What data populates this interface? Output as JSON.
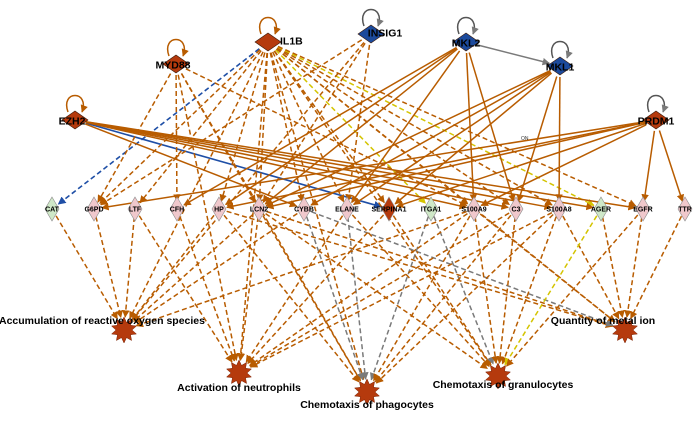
{
  "colors": {
    "activation": "#b85c00",
    "inhibition": "#1f4fa6",
    "inconsistent": "#d4c400",
    "unpredicted": "#7a7a7a",
    "increased": "#b53a0d",
    "decreased": "#1c4a9c",
    "measured_up": "#f0c8cc",
    "measured_down": "#cfe8c8",
    "self_loop_up": "#b85c00",
    "self_loop_neutral": "#555555"
  },
  "regulators": [
    {
      "id": "IL1B",
      "label": "IL1B",
      "state": "increased"
    },
    {
      "id": "INSIG1",
      "label": "INSIG1",
      "state": "decreased"
    },
    {
      "id": "MKL2",
      "label": "MKL2",
      "state": "decreased"
    },
    {
      "id": "MKL1",
      "label": "MKL1",
      "state": "decreased"
    },
    {
      "id": "MYD88",
      "label": "MYD88",
      "state": "increased"
    },
    {
      "id": "EZH2",
      "label": "EZH2",
      "state": "increased"
    },
    {
      "id": "PRDM1",
      "label": "PRDM1",
      "state": "increased"
    }
  ],
  "targets": [
    {
      "id": "CAT",
      "label": "CAT",
      "state": "measured_down"
    },
    {
      "id": "G6PD",
      "label": "G6PD",
      "state": "measured_up"
    },
    {
      "id": "LTF",
      "label": "LTF",
      "state": "measured_up"
    },
    {
      "id": "CFH",
      "label": "CFH",
      "state": "measured_up"
    },
    {
      "id": "HP",
      "label": "HP",
      "state": "measured_up"
    },
    {
      "id": "LCN2",
      "label": "LCN2",
      "state": "measured_up"
    },
    {
      "id": "CYBB",
      "label": "CYBB",
      "state": "measured_up"
    },
    {
      "id": "ELANE",
      "label": "ELANE",
      "state": "measured_up"
    },
    {
      "id": "SERPINA1",
      "label": "SERPINA1",
      "state": "increased"
    },
    {
      "id": "ITGA1",
      "label": "ITGA1",
      "state": "measured_down"
    },
    {
      "id": "S100A9",
      "label": "S100A9",
      "state": "measured_up"
    },
    {
      "id": "C3",
      "label": "C3",
      "state": "measured_up"
    },
    {
      "id": "S100A8",
      "label": "S100A8",
      "state": "measured_up"
    },
    {
      "id": "AGER",
      "label": "AGER",
      "state": "measured_down"
    },
    {
      "id": "EGFR",
      "label": "EGFR",
      "state": "measured_up"
    },
    {
      "id": "TTR",
      "label": "TTR",
      "state": "measured_up"
    }
  ],
  "functions": [
    {
      "id": "ROS",
      "label": "Accumulation of reactive oxygen species"
    },
    {
      "id": "NEUT",
      "label": "Activation of neutrophils"
    },
    {
      "id": "PHAG",
      "label": "Chemotaxis of phagocytes"
    },
    {
      "id": "GRAN",
      "label": "Chemotaxis of granulocytes"
    },
    {
      "id": "METAL",
      "label": "Quantity of metal ion"
    }
  ],
  "edge_note": "ON",
  "self_loops": [
    {
      "node": "IL1B",
      "kind": "up"
    },
    {
      "node": "INSIG1",
      "kind": "neutral"
    },
    {
      "node": "MKL2",
      "kind": "neutral"
    },
    {
      "node": "MKL1",
      "kind": "neutral"
    },
    {
      "node": "MYD88",
      "kind": "up"
    },
    {
      "node": "EZH2",
      "kind": "up"
    },
    {
      "node": "PRDM1",
      "kind": "neutral"
    }
  ],
  "edges": [
    {
      "from": "MKL2",
      "to": "MKL1",
      "style": "solid",
      "kind": "unpredicted"
    },
    {
      "from": "IL1B",
      "to": "CAT",
      "style": "dashed",
      "kind": "inhibition"
    },
    {
      "from": "EZH2",
      "to": "SERPINA1",
      "style": "solid",
      "kind": "inhibition"
    },
    {
      "from": "IL1B",
      "to": "G6PD",
      "style": "dashed",
      "kind": "activation"
    },
    {
      "from": "IL1B",
      "to": "LTF",
      "style": "dashed",
      "kind": "activation"
    },
    {
      "from": "IL1B",
      "to": "HP",
      "style": "dashed",
      "kind": "activation"
    },
    {
      "from": "IL1B",
      "to": "LCN2",
      "style": "dashed",
      "kind": "activation"
    },
    {
      "from": "IL1B",
      "to": "CYBB",
      "style": "dashed",
      "kind": "activation"
    },
    {
      "from": "IL1B",
      "to": "ITGA1",
      "style": "dashed",
      "kind": "inconsistent"
    },
    {
      "from": "IL1B",
      "to": "S100A9",
      "style": "dashed",
      "kind": "activation"
    },
    {
      "from": "IL1B",
      "to": "C3",
      "style": "dashed",
      "kind": "activation"
    },
    {
      "from": "IL1B",
      "to": "S100A8",
      "style": "dashed",
      "kind": "activation"
    },
    {
      "from": "IL1B",
      "to": "AGER",
      "style": "dashed",
      "kind": "inconsistent"
    },
    {
      "from": "IL1B",
      "to": "EGFR",
      "style": "dashed",
      "kind": "activation"
    },
    {
      "from": "IL1B",
      "to": "SERPINA1",
      "style": "dashed",
      "kind": "activation"
    },
    {
      "from": "IL1B",
      "to": "ELANE",
      "style": "dashed",
      "kind": "activation"
    },
    {
      "from": "IL1B",
      "to": "NEUT",
      "style": "dashed",
      "kind": "activation"
    },
    {
      "from": "IL1B",
      "to": "ROS",
      "style": "dashed",
      "kind": "activation"
    },
    {
      "from": "IL1B",
      "to": "GRAN",
      "style": "dashed",
      "kind": "activation"
    },
    {
      "from": "IL1B",
      "to": "METAL",
      "style": "dashed",
      "kind": "activation"
    },
    {
      "from": "IL1B",
      "to": "PHAG",
      "style": "dashed",
      "kind": "activation"
    },
    {
      "from": "MYD88",
      "to": "LCN2",
      "style": "dashed",
      "kind": "activation"
    },
    {
      "from": "MYD88",
      "to": "CFH",
      "style": "dashed",
      "kind": "activation"
    },
    {
      "from": "MYD88",
      "to": "S100A9",
      "style": "dashed",
      "kind": "activation"
    },
    {
      "from": "MYD88",
      "to": "NEUT",
      "style": "dashed",
      "kind": "activation"
    },
    {
      "from": "MYD88",
      "to": "PHAG",
      "style": "dashed",
      "kind": "activation"
    },
    {
      "from": "MYD88",
      "to": "G6PD",
      "style": "dashed",
      "kind": "activation"
    },
    {
      "from": "INSIG1",
      "to": "G6PD",
      "style": "dashed",
      "kind": "activation"
    },
    {
      "from": "INSIG1",
      "to": "LCN2",
      "style": "dashed",
      "kind": "activation"
    },
    {
      "from": "INSIG1",
      "to": "ELANE",
      "style": "dashed",
      "kind": "activation"
    },
    {
      "from": "INSIG1",
      "to": "ROS",
      "style": "dashed",
      "kind": "activation"
    },
    {
      "from": "MKL2",
      "to": "CFH",
      "style": "solid",
      "kind": "activation"
    },
    {
      "from": "MKL2",
      "to": "HP",
      "style": "solid",
      "kind": "activation"
    },
    {
      "from": "MKL2",
      "to": "LCN2",
      "style": "solid",
      "kind": "activation"
    },
    {
      "from": "MKL2",
      "to": "ELANE",
      "style": "solid",
      "kind": "activation"
    },
    {
      "from": "MKL2",
      "to": "S100A9",
      "style": "solid",
      "kind": "activation"
    },
    {
      "from": "MKL2",
      "to": "C3",
      "style": "solid",
      "kind": "activation"
    },
    {
      "from": "MKL1",
      "to": "LCN2",
      "style": "solid",
      "kind": "activation"
    },
    {
      "from": "MKL1",
      "to": "SERPINA1",
      "style": "solid",
      "kind": "activation"
    },
    {
      "from": "MKL1",
      "to": "ELANE",
      "style": "solid",
      "kind": "activation"
    },
    {
      "from": "MKL1",
      "to": "S100A8",
      "style": "solid",
      "kind": "activation"
    },
    {
      "from": "MKL1",
      "to": "C3",
      "style": "solid",
      "kind": "activation"
    },
    {
      "from": "MKL1",
      "to": "CYBB",
      "style": "solid",
      "kind": "activation"
    },
    {
      "from": "EZH2",
      "to": "S100A9",
      "style": "solid",
      "kind": "activation"
    },
    {
      "from": "EZH2",
      "to": "C3",
      "style": "solid",
      "kind": "activation"
    },
    {
      "from": "EZH2",
      "to": "S100A8",
      "style": "solid",
      "kind": "activation"
    },
    {
      "from": "EZH2",
      "to": "EGFR",
      "style": "solid",
      "kind": "activation"
    },
    {
      "from": "EZH2",
      "to": "CYBB",
      "style": "solid",
      "kind": "activation"
    },
    {
      "from": "EZH2",
      "to": "AGER",
      "style": "solid",
      "kind": "activation"
    },
    {
      "from": "PRDM1",
      "to": "G6PD",
      "style": "solid",
      "kind": "activation"
    },
    {
      "from": "PRDM1",
      "to": "HP",
      "style": "solid",
      "kind": "activation"
    },
    {
      "from": "PRDM1",
      "to": "LCN2",
      "style": "solid",
      "kind": "activation"
    },
    {
      "from": "PRDM1",
      "to": "SERPINA1",
      "style": "solid",
      "kind": "activation"
    },
    {
      "from": "PRDM1",
      "to": "S100A9",
      "style": "solid",
      "kind": "activation"
    },
    {
      "from": "PRDM1",
      "to": "TTR",
      "style": "solid",
      "kind": "activation"
    },
    {
      "from": "PRDM1",
      "to": "EGFR",
      "style": "solid",
      "kind": "activation"
    },
    {
      "from": "CAT",
      "to": "ROS",
      "style": "dashed",
      "kind": "activation"
    },
    {
      "from": "G6PD",
      "to": "ROS",
      "style": "dashed",
      "kind": "activation"
    },
    {
      "from": "LTF",
      "to": "NEUT",
      "style": "dashed",
      "kind": "activation"
    },
    {
      "from": "LTF",
      "to": "ROS",
      "style": "dashed",
      "kind": "activation"
    },
    {
      "from": "CFH",
      "to": "NEUT",
      "style": "dashed",
      "kind": "activation"
    },
    {
      "from": "HP",
      "to": "ROS",
      "style": "dashed",
      "kind": "activation"
    },
    {
      "from": "HP",
      "to": "PHAG",
      "style": "dashed",
      "kind": "activation"
    },
    {
      "from": "HP",
      "to": "METAL",
      "style": "dashed",
      "kind": "activation"
    },
    {
      "from": "LCN2",
      "to": "NEUT",
      "style": "dashed",
      "kind": "activation"
    },
    {
      "from": "LCN2",
      "to": "PHAG",
      "style": "dashed",
      "kind": "activation"
    },
    {
      "from": "LCN2",
      "to": "GRAN",
      "style": "dashed",
      "kind": "activation"
    },
    {
      "from": "LCN2",
      "to": "ROS",
      "style": "dashed",
      "kind": "activation"
    },
    {
      "from": "LCN2",
      "to": "METAL",
      "style": "dashed",
      "kind": "activation"
    },
    {
      "from": "CYBB",
      "to": "ROS",
      "style": "dashed",
      "kind": "activation"
    },
    {
      "from": "CYBB",
      "to": "PHAG",
      "style": "dashed",
      "kind": "unpredicted"
    },
    {
      "from": "CYBB",
      "to": "METAL",
      "style": "dashed",
      "kind": "unpredicted"
    },
    {
      "from": "ELANE",
      "to": "NEUT",
      "style": "dashed",
      "kind": "activation"
    },
    {
      "from": "ELANE",
      "to": "PHAG",
      "style": "dashed",
      "kind": "unpredicted"
    },
    {
      "from": "ELANE",
      "to": "GRAN",
      "style": "dashed",
      "kind": "activation"
    },
    {
      "from": "SERPINA1",
      "to": "NEUT",
      "style": "dashed",
      "kind": "activation"
    },
    {
      "from": "SERPINA1",
      "to": "GRAN",
      "style": "dashed",
      "kind": "activation"
    },
    {
      "from": "ITGA1",
      "to": "PHAG",
      "style": "dashed",
      "kind": "unpredicted"
    },
    {
      "from": "ITGA1",
      "to": "GRAN",
      "style": "dashed",
      "kind": "unpredicted"
    },
    {
      "from": "S100A9",
      "to": "NEUT",
      "style": "dashed",
      "kind": "activation"
    },
    {
      "from": "S100A9",
      "to": "PHAG",
      "style": "dashed",
      "kind": "activation"
    },
    {
      "from": "S100A9",
      "to": "GRAN",
      "style": "dashed",
      "kind": "activation"
    },
    {
      "from": "S100A9",
      "to": "ROS",
      "style": "dashed",
      "kind": "activation"
    },
    {
      "from": "S100A9",
      "to": "METAL",
      "style": "dashed",
      "kind": "activation"
    },
    {
      "from": "C3",
      "to": "PHAG",
      "style": "dashed",
      "kind": "activation"
    },
    {
      "from": "C3",
      "to": "GRAN",
      "style": "dashed",
      "kind": "activation"
    },
    {
      "from": "C3",
      "to": "NEUT",
      "style": "dashed",
      "kind": "activation"
    },
    {
      "from": "S100A8",
      "to": "GRAN",
      "style": "dashed",
      "kind": "activation"
    },
    {
      "from": "S100A8",
      "to": "PHAG",
      "style": "dashed",
      "kind": "activation"
    },
    {
      "from": "S100A8",
      "to": "NEUT",
      "style": "dashed",
      "kind": "activation"
    },
    {
      "from": "S100A8",
      "to": "METAL",
      "style": "dashed",
      "kind": "activation"
    },
    {
      "from": "AGER",
      "to": "GRAN",
      "style": "dashed",
      "kind": "inconsistent"
    },
    {
      "from": "AGER",
      "to": "METAL",
      "style": "dashed",
      "kind": "activation"
    },
    {
      "from": "EGFR",
      "to": "METAL",
      "style": "dashed",
      "kind": "activation"
    },
    {
      "from": "EGFR",
      "to": "GRAN",
      "style": "dashed",
      "kind": "activation"
    },
    {
      "from": "TTR",
      "to": "METAL",
      "style": "dashed",
      "kind": "activation"
    }
  ]
}
